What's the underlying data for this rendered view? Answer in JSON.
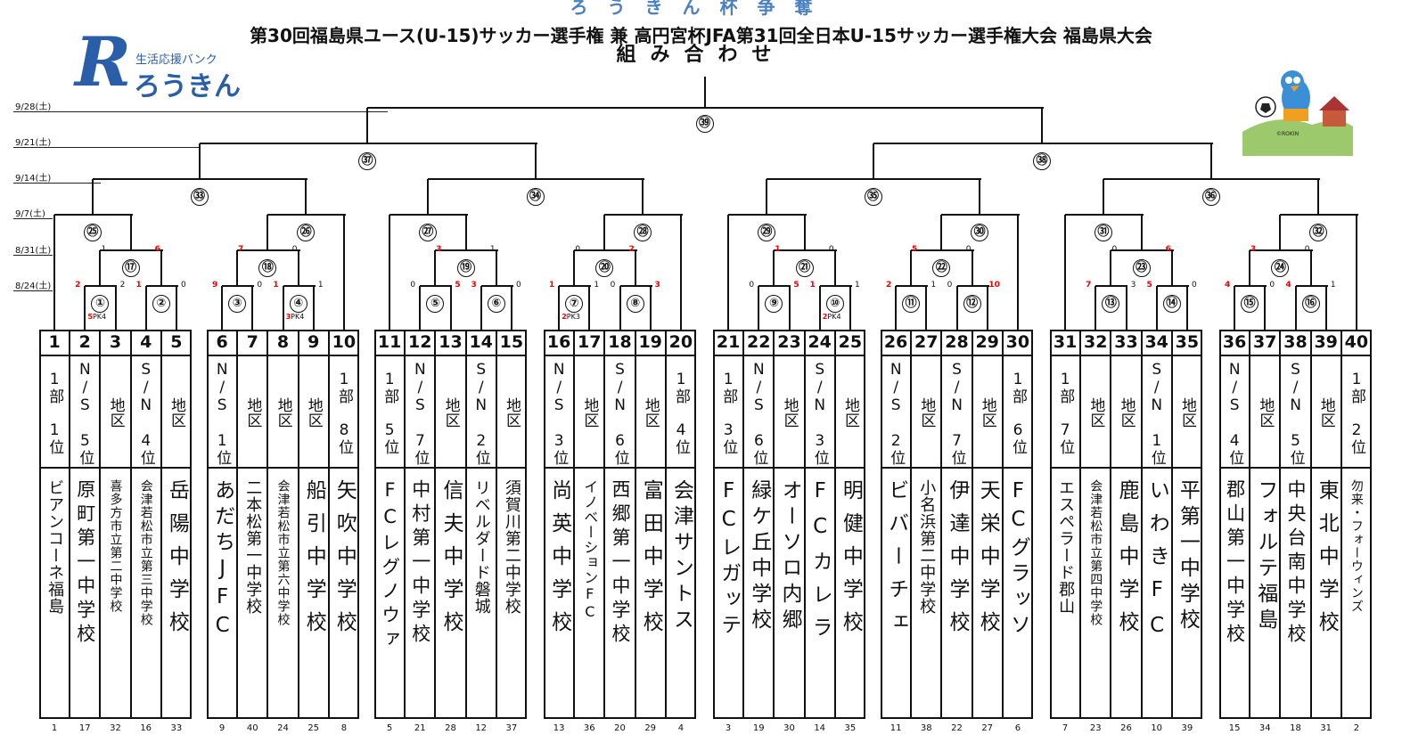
{
  "header": {
    "line1": "ろうきん杯争奪",
    "line2": "第30回福島県ユース(U-15)サッカー選手権 兼 高円宮杯JFA第31回全日本U-15サッカー選手権大会 福島県大会",
    "line3": "組み合わせ"
  },
  "logo": {
    "mark": "R",
    "slogan": "生活応援バンク",
    "brand": "ろうきん"
  },
  "mascot": {
    "credit": "©ROKIN"
  },
  "dates": [
    "9/28(土)",
    "9/21(土)",
    "9/14(土)",
    "9/7(土)",
    "8/31(土)",
    "8/24(土)"
  ],
  "teams": [
    {
      "no": "1",
      "pos": "1部 1位",
      "name": "ビアンコーネ福島",
      "seed": "1"
    },
    {
      "no": "2",
      "pos": "N/S 5位",
      "name": "原町第一中学校",
      "seed": "17"
    },
    {
      "no": "3",
      "pos": "地区",
      "name": "喜多方市立第二中学校",
      "seed": "32"
    },
    {
      "no": "4",
      "pos": "S/N 4位",
      "name": "会津若松市立第三中学校",
      "seed": "16"
    },
    {
      "no": "5",
      "pos": "地区",
      "name": "岳陽中学校",
      "seed": "33"
    },
    {
      "no": "6",
      "pos": "N/S 1位",
      "name": "あだちJFC",
      "seed": "9"
    },
    {
      "no": "7",
      "pos": "地区",
      "name": "二本松第一中学校",
      "seed": "40"
    },
    {
      "no": "8",
      "pos": "地区",
      "name": "会津若松市立第六中学校",
      "seed": "24"
    },
    {
      "no": "9",
      "pos": "地区",
      "name": "船引中学校",
      "seed": "25"
    },
    {
      "no": "10",
      "pos": "1部 8位",
      "name": "矢吹中学校",
      "seed": "8"
    },
    {
      "no": "11",
      "pos": "1部 5位",
      "name": "FCレグノウァ",
      "seed": "5"
    },
    {
      "no": "12",
      "pos": "N/S 7位",
      "name": "中村第一中学校",
      "seed": "21"
    },
    {
      "no": "13",
      "pos": "地区",
      "name": "信夫中学校",
      "seed": "28"
    },
    {
      "no": "14",
      "pos": "S/N 2位",
      "name": "リベルダード磐城",
      "seed": "12"
    },
    {
      "no": "15",
      "pos": "地区",
      "name": "須賀川第二中学校",
      "seed": "37"
    },
    {
      "no": "16",
      "pos": "N/S 3位",
      "name": "尚英中学校",
      "seed": "13"
    },
    {
      "no": "17",
      "pos": "地区",
      "name": "イノベーションFC",
      "seed": "36"
    },
    {
      "no": "18",
      "pos": "S/N 6位",
      "name": "西郷第一中学校",
      "seed": "20"
    },
    {
      "no": "19",
      "pos": "地区",
      "name": "富田中学校",
      "seed": "29"
    },
    {
      "no": "20",
      "pos": "1部 4位",
      "name": "会津サントス",
      "seed": "4"
    },
    {
      "no": "21",
      "pos": "1部 3位",
      "name": "FCレガッテ",
      "seed": "3"
    },
    {
      "no": "22",
      "pos": "N/S 6位",
      "name": "緑ケ丘中学校",
      "seed": "19"
    },
    {
      "no": "23",
      "pos": "地区",
      "name": "オーソロ内郷",
      "seed": "30"
    },
    {
      "no": "24",
      "pos": "S/N 3位",
      "name": "FCカレラ",
      "seed": "14"
    },
    {
      "no": "25",
      "pos": "地区",
      "name": "明健中学校",
      "seed": "35"
    },
    {
      "no": "26",
      "pos": "N/S 2位",
      "name": "ビバーチェ",
      "seed": "11"
    },
    {
      "no": "27",
      "pos": "地区",
      "name": "小名浜第二中学校",
      "seed": "38"
    },
    {
      "no": "28",
      "pos": "S/N 7位",
      "name": "伊達中学校",
      "seed": "22"
    },
    {
      "no": "29",
      "pos": "地区",
      "name": "天栄中学校",
      "seed": "27"
    },
    {
      "no": "30",
      "pos": "1部 6位",
      "name": "FCグラッソ",
      "seed": "6"
    },
    {
      "no": "31",
      "pos": "1部 7位",
      "name": "エスペラード郡山",
      "seed": "7"
    },
    {
      "no": "32",
      "pos": "地区",
      "name": "会津若松市立第四中学校",
      "seed": "23"
    },
    {
      "no": "33",
      "pos": "地区",
      "name": "鹿島中学校",
      "seed": "26"
    },
    {
      "no": "34",
      "pos": "S/N 1位",
      "name": "いわきFC",
      "seed": "10"
    },
    {
      "no": "35",
      "pos": "地区",
      "name": "平第一中学校",
      "seed": "39"
    },
    {
      "no": "36",
      "pos": "N/S 4位",
      "name": "郡山第一中学校",
      "seed": "15"
    },
    {
      "no": "37",
      "pos": "地区",
      "name": "フォルテ福島",
      "seed": "34"
    },
    {
      "no": "38",
      "pos": "S/N 5位",
      "name": "中央台南中学校",
      "seed": "18"
    },
    {
      "no": "39",
      "pos": "地区",
      "name": "東北中学校",
      "seed": "31"
    },
    {
      "no": "40",
      "pos": "1部 2位",
      "name": "勿来・フォーウィンズ",
      "seed": "2"
    }
  ],
  "matches": [
    "①",
    "②",
    "③",
    "④",
    "⑤",
    "⑥",
    "⑦",
    "⑧",
    "⑨",
    "⑩",
    "⑪",
    "⑫",
    "⑬",
    "⑭",
    "⑮",
    "⑯",
    "⑰",
    "⑱",
    "⑲",
    "⑳",
    "㉑",
    "㉒",
    "㉓",
    "㉔",
    "㉕",
    "㉖",
    "㉗",
    "㉘",
    "㉙",
    "㉚",
    "㉛",
    "㉜",
    "㉝",
    "㉞",
    "㉟",
    "㊱",
    "㊲",
    "㊳",
    "㊴"
  ],
  "scores": {
    "m1": [
      "2",
      "2"
    ],
    "m1pk": [
      "5",
      "PK",
      "4"
    ],
    "m2": [
      "1",
      "0"
    ],
    "m3": [
      "9",
      "0"
    ],
    "m4": [
      "1",
      "1"
    ],
    "m4pk": [
      "3",
      "PK",
      "4"
    ],
    "m5": [
      "0",
      "5"
    ],
    "m6": [
      "3",
      "0"
    ],
    "m7": [
      "1",
      "1"
    ],
    "m7pk": [
      "2",
      "PK",
      "3"
    ],
    "m8": [
      "0",
      "3"
    ],
    "m9": [
      "0",
      "5"
    ],
    "m10": [
      "1",
      "1"
    ],
    "m10pk": [
      "2",
      "PK",
      "4"
    ],
    "m11": [
      "2",
      "1"
    ],
    "m12": [
      "0",
      "10"
    ],
    "m13": [
      "7",
      "3"
    ],
    "m14": [
      "5",
      "0"
    ],
    "m15": [
      "4",
      "0"
    ],
    "m16": [
      "4",
      "1"
    ],
    "m17": [
      "1",
      "6"
    ],
    "m18": [
      "7",
      "0"
    ],
    "m19": [
      "3",
      "1"
    ],
    "m20": [
      "0",
      "2"
    ],
    "m21": [
      "1",
      "0"
    ],
    "m22": [
      "5",
      "0"
    ],
    "m23": [
      "0",
      "6"
    ],
    "m24": [
      "3",
      "0"
    ]
  }
}
